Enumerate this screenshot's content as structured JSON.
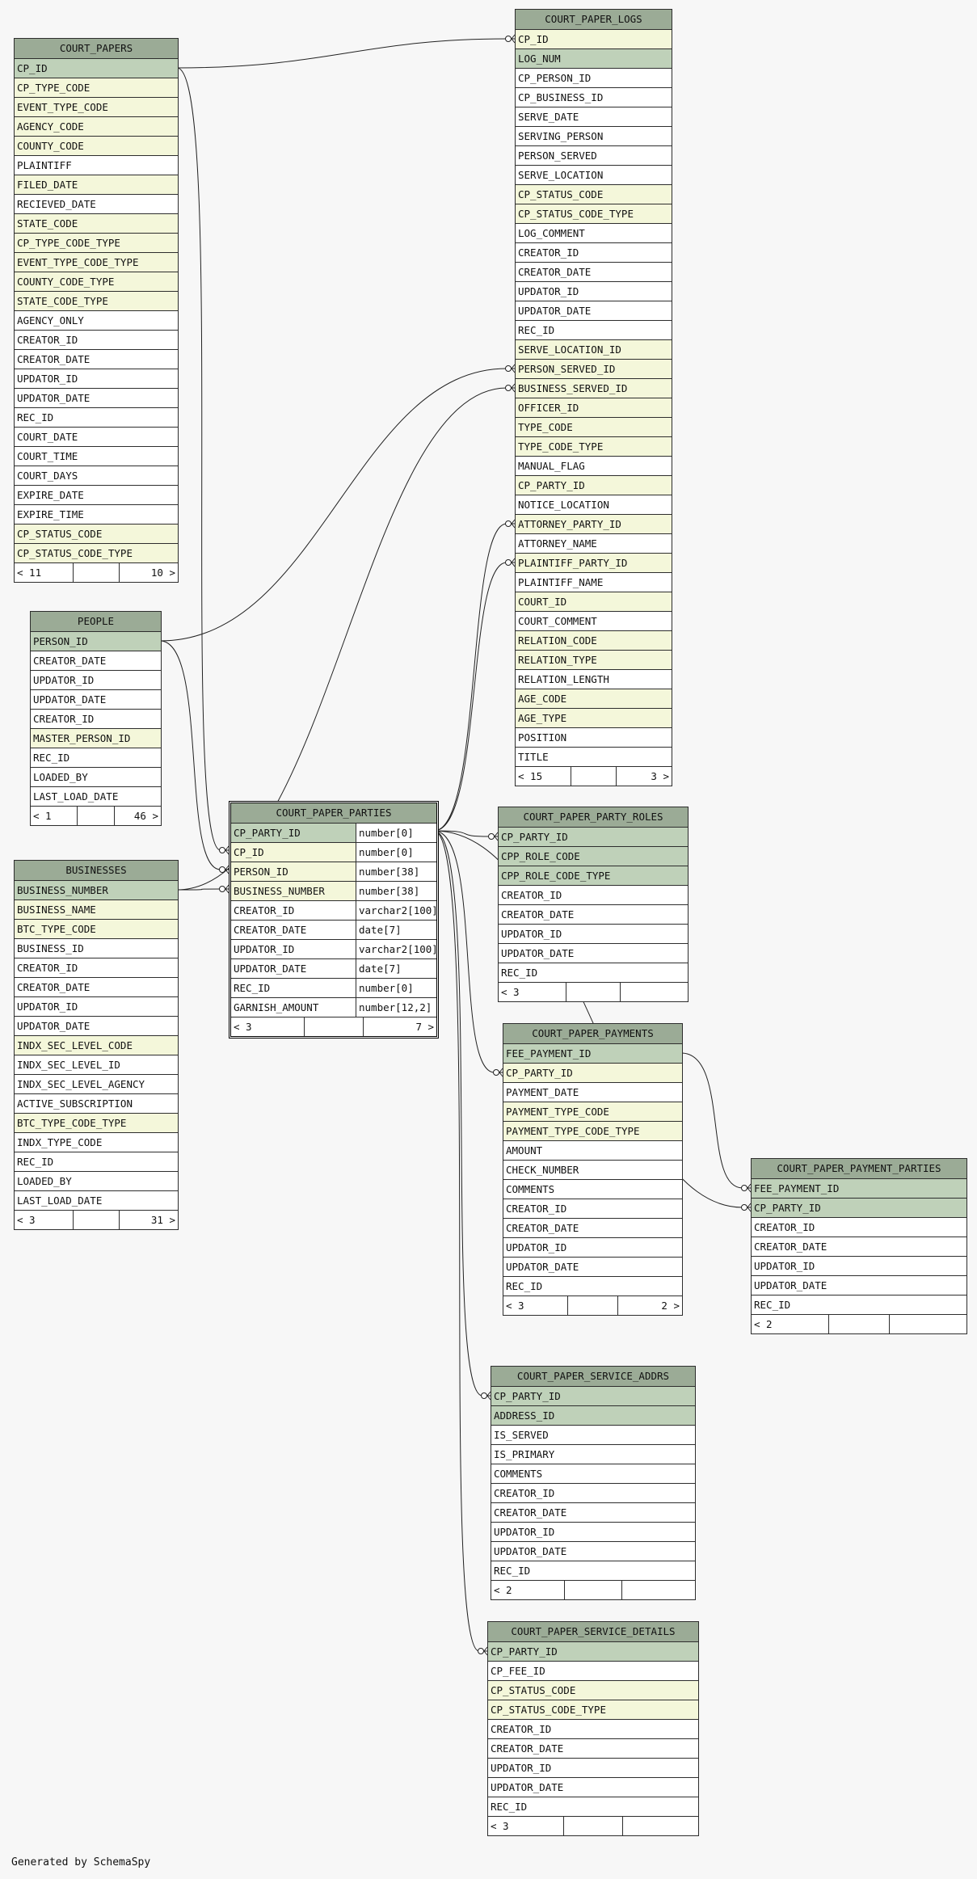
{
  "tables": [
    {
      "id": "court_papers",
      "name": "COURT_PAPERS",
      "cols": [
        {
          "n": "CP_ID",
          "k": "pk"
        },
        {
          "n": "CP_TYPE_CODE",
          "k": "fk"
        },
        {
          "n": "EVENT_TYPE_CODE",
          "k": "fk"
        },
        {
          "n": "AGENCY_CODE",
          "k": "fk"
        },
        {
          "n": "COUNTY_CODE",
          "k": "fk"
        },
        {
          "n": "PLAINTIFF",
          "k": "plain"
        },
        {
          "n": "FILED_DATE",
          "k": "fk"
        },
        {
          "n": "RECIEVED_DATE",
          "k": "plain"
        },
        {
          "n": "STATE_CODE",
          "k": "fk"
        },
        {
          "n": "CP_TYPE_CODE_TYPE",
          "k": "fk"
        },
        {
          "n": "EVENT_TYPE_CODE_TYPE",
          "k": "fk"
        },
        {
          "n": "COUNTY_CODE_TYPE",
          "k": "fk"
        },
        {
          "n": "STATE_CODE_TYPE",
          "k": "fk"
        },
        {
          "n": "AGENCY_ONLY",
          "k": "plain"
        },
        {
          "n": "CREATOR_ID",
          "k": "plain"
        },
        {
          "n": "CREATOR_DATE",
          "k": "plain"
        },
        {
          "n": "UPDATOR_ID",
          "k": "plain"
        },
        {
          "n": "UPDATOR_DATE",
          "k": "plain"
        },
        {
          "n": "REC_ID",
          "k": "plain"
        },
        {
          "n": "COURT_DATE",
          "k": "plain"
        },
        {
          "n": "COURT_TIME",
          "k": "plain"
        },
        {
          "n": "COURT_DAYS",
          "k": "plain"
        },
        {
          "n": "EXPIRE_DATE",
          "k": "plain"
        },
        {
          "n": "EXPIRE_TIME",
          "k": "plain"
        },
        {
          "n": "CP_STATUS_CODE",
          "k": "fk"
        },
        {
          "n": "CP_STATUS_CODE_TYPE",
          "k": "fk"
        }
      ],
      "footer": {
        "left": "< 11",
        "right": "10 >"
      }
    },
    {
      "id": "people",
      "name": "PEOPLE",
      "cols": [
        {
          "n": "PERSON_ID",
          "k": "pk"
        },
        {
          "n": "CREATOR_DATE",
          "k": "plain"
        },
        {
          "n": "UPDATOR_ID",
          "k": "plain"
        },
        {
          "n": "UPDATOR_DATE",
          "k": "plain"
        },
        {
          "n": "CREATOR_ID",
          "k": "plain"
        },
        {
          "n": "MASTER_PERSON_ID",
          "k": "fk"
        },
        {
          "n": "REC_ID",
          "k": "plain"
        },
        {
          "n": "LOADED_BY",
          "k": "plain"
        },
        {
          "n": "LAST_LOAD_DATE",
          "k": "plain"
        }
      ],
      "footer": {
        "left": "< 1",
        "right": "46 >"
      }
    },
    {
      "id": "businesses",
      "name": "BUSINESSES",
      "cols": [
        {
          "n": "BUSINESS_NUMBER",
          "k": "pk"
        },
        {
          "n": "BUSINESS_NAME",
          "k": "fk"
        },
        {
          "n": "BTC_TYPE_CODE",
          "k": "fk"
        },
        {
          "n": "BUSINESS_ID",
          "k": "plain"
        },
        {
          "n": "CREATOR_ID",
          "k": "plain"
        },
        {
          "n": "CREATOR_DATE",
          "k": "plain"
        },
        {
          "n": "UPDATOR_ID",
          "k": "plain"
        },
        {
          "n": "UPDATOR_DATE",
          "k": "plain"
        },
        {
          "n": "INDX_SEC_LEVEL_CODE",
          "k": "fk"
        },
        {
          "n": "INDX_SEC_LEVEL_ID",
          "k": "plain"
        },
        {
          "n": "INDX_SEC_LEVEL_AGENCY",
          "k": "plain"
        },
        {
          "n": "ACTIVE_SUBSCRIPTION",
          "k": "plain"
        },
        {
          "n": "BTC_TYPE_CODE_TYPE",
          "k": "fk"
        },
        {
          "n": "INDX_TYPE_CODE",
          "k": "plain"
        },
        {
          "n": "REC_ID",
          "k": "plain"
        },
        {
          "n": "LOADED_BY",
          "k": "plain"
        },
        {
          "n": "LAST_LOAD_DATE",
          "k": "plain"
        }
      ],
      "footer": {
        "left": "< 3",
        "right": "31 >"
      }
    },
    {
      "id": "court_paper_parties",
      "name": "COURT_PAPER_PARTIES",
      "focus": true,
      "cols": [
        {
          "n": "CP_PARTY_ID",
          "k": "pk",
          "t": "number[0]"
        },
        {
          "n": "CP_ID",
          "k": "fk",
          "t": "number[0]"
        },
        {
          "n": "PERSON_ID",
          "k": "fk",
          "t": "number[38]"
        },
        {
          "n": "BUSINESS_NUMBER",
          "k": "fk",
          "t": "number[38]"
        },
        {
          "n": "CREATOR_ID",
          "k": "plain",
          "t": "varchar2[100]"
        },
        {
          "n": "CREATOR_DATE",
          "k": "plain",
          "t": "date[7]"
        },
        {
          "n": "UPDATOR_ID",
          "k": "plain",
          "t": "varchar2[100]"
        },
        {
          "n": "UPDATOR_DATE",
          "k": "plain",
          "t": "date[7]"
        },
        {
          "n": "REC_ID",
          "k": "plain",
          "t": "number[0]"
        },
        {
          "n": "GARNISH_AMOUNT",
          "k": "plain",
          "t": "number[12,2]"
        }
      ],
      "footer": {
        "left": "< 3",
        "right": "7 >"
      }
    },
    {
      "id": "court_paper_logs",
      "name": "COURT_PAPER_LOGS",
      "cols": [
        {
          "n": "CP_ID",
          "k": "fk"
        },
        {
          "n": "LOG_NUM",
          "k": "pk"
        },
        {
          "n": "CP_PERSON_ID",
          "k": "plain"
        },
        {
          "n": "CP_BUSINESS_ID",
          "k": "plain"
        },
        {
          "n": "SERVE_DATE",
          "k": "plain"
        },
        {
          "n": "SERVING_PERSON",
          "k": "plain"
        },
        {
          "n": "PERSON_SERVED",
          "k": "plain"
        },
        {
          "n": "SERVE_LOCATION",
          "k": "plain"
        },
        {
          "n": "CP_STATUS_CODE",
          "k": "fk"
        },
        {
          "n": "CP_STATUS_CODE_TYPE",
          "k": "fk"
        },
        {
          "n": "LOG_COMMENT",
          "k": "plain"
        },
        {
          "n": "CREATOR_ID",
          "k": "plain"
        },
        {
          "n": "CREATOR_DATE",
          "k": "plain"
        },
        {
          "n": "UPDATOR_ID",
          "k": "plain"
        },
        {
          "n": "UPDATOR_DATE",
          "k": "plain"
        },
        {
          "n": "REC_ID",
          "k": "plain"
        },
        {
          "n": "SERVE_LOCATION_ID",
          "k": "fk"
        },
        {
          "n": "PERSON_SERVED_ID",
          "k": "fk"
        },
        {
          "n": "BUSINESS_SERVED_ID",
          "k": "fk"
        },
        {
          "n": "OFFICER_ID",
          "k": "fk"
        },
        {
          "n": "TYPE_CODE",
          "k": "fk"
        },
        {
          "n": "TYPE_CODE_TYPE",
          "k": "fk"
        },
        {
          "n": "MANUAL_FLAG",
          "k": "plain"
        },
        {
          "n": "CP_PARTY_ID",
          "k": "fk"
        },
        {
          "n": "NOTICE_LOCATION",
          "k": "plain"
        },
        {
          "n": "ATTORNEY_PARTY_ID",
          "k": "fk"
        },
        {
          "n": "ATTORNEY_NAME",
          "k": "plain"
        },
        {
          "n": "PLAINTIFF_PARTY_ID",
          "k": "fk"
        },
        {
          "n": "PLAINTIFF_NAME",
          "k": "plain"
        },
        {
          "n": "COURT_ID",
          "k": "fk"
        },
        {
          "n": "COURT_COMMENT",
          "k": "plain"
        },
        {
          "n": "RELATION_CODE",
          "k": "fk"
        },
        {
          "n": "RELATION_TYPE",
          "k": "fk"
        },
        {
          "n": "RELATION_LENGTH",
          "k": "plain"
        },
        {
          "n": "AGE_CODE",
          "k": "fk"
        },
        {
          "n": "AGE_TYPE",
          "k": "fk"
        },
        {
          "n": "POSITION",
          "k": "plain"
        },
        {
          "n": "TITLE",
          "k": "plain"
        }
      ],
      "footer": {
        "left": "< 15",
        "right": "3 >"
      }
    },
    {
      "id": "court_paper_party_roles",
      "name": "COURT_PAPER_PARTY_ROLES",
      "cols": [
        {
          "n": "CP_PARTY_ID",
          "k": "pk"
        },
        {
          "n": "CPP_ROLE_CODE",
          "k": "pk"
        },
        {
          "n": "CPP_ROLE_CODE_TYPE",
          "k": "pk"
        },
        {
          "n": "CREATOR_ID",
          "k": "plain"
        },
        {
          "n": "CREATOR_DATE",
          "k": "plain"
        },
        {
          "n": "UPDATOR_ID",
          "k": "plain"
        },
        {
          "n": "UPDATOR_DATE",
          "k": "plain"
        },
        {
          "n": "REC_ID",
          "k": "plain"
        }
      ],
      "footer": {
        "left": "< 3",
        "right": ""
      }
    },
    {
      "id": "court_paper_payments",
      "name": "COURT_PAPER_PAYMENTS",
      "cols": [
        {
          "n": "FEE_PAYMENT_ID",
          "k": "pk"
        },
        {
          "n": "CP_PARTY_ID",
          "k": "fk"
        },
        {
          "n": "PAYMENT_DATE",
          "k": "plain"
        },
        {
          "n": "PAYMENT_TYPE_CODE",
          "k": "fk"
        },
        {
          "n": "PAYMENT_TYPE_CODE_TYPE",
          "k": "fk"
        },
        {
          "n": "AMOUNT",
          "k": "plain"
        },
        {
          "n": "CHECK_NUMBER",
          "k": "plain"
        },
        {
          "n": "COMMENTS",
          "k": "plain"
        },
        {
          "n": "CREATOR_ID",
          "k": "plain"
        },
        {
          "n": "CREATOR_DATE",
          "k": "plain"
        },
        {
          "n": "UPDATOR_ID",
          "k": "plain"
        },
        {
          "n": "UPDATOR_DATE",
          "k": "plain"
        },
        {
          "n": "REC_ID",
          "k": "plain"
        }
      ],
      "footer": {
        "left": "< 3",
        "right": "2 >"
      }
    },
    {
      "id": "court_paper_payment_parties",
      "name": "COURT_PAPER_PAYMENT_PARTIES",
      "cols": [
        {
          "n": "FEE_PAYMENT_ID",
          "k": "pk"
        },
        {
          "n": "CP_PARTY_ID",
          "k": "pk"
        },
        {
          "n": "CREATOR_ID",
          "k": "plain"
        },
        {
          "n": "CREATOR_DATE",
          "k": "plain"
        },
        {
          "n": "UPDATOR_ID",
          "k": "plain"
        },
        {
          "n": "UPDATOR_DATE",
          "k": "plain"
        },
        {
          "n": "REC_ID",
          "k": "plain"
        }
      ],
      "footer": {
        "left": "< 2",
        "right": ""
      }
    },
    {
      "id": "court_paper_service_addrs",
      "name": "COURT_PAPER_SERVICE_ADDRS",
      "cols": [
        {
          "n": "CP_PARTY_ID",
          "k": "pk"
        },
        {
          "n": "ADDRESS_ID",
          "k": "pk"
        },
        {
          "n": "IS_SERVED",
          "k": "plain"
        },
        {
          "n": "IS_PRIMARY",
          "k": "plain"
        },
        {
          "n": "COMMENTS",
          "k": "plain"
        },
        {
          "n": "CREATOR_ID",
          "k": "plain"
        },
        {
          "n": "CREATOR_DATE",
          "k": "plain"
        },
        {
          "n": "UPDATOR_ID",
          "k": "plain"
        },
        {
          "n": "UPDATOR_DATE",
          "k": "plain"
        },
        {
          "n": "REC_ID",
          "k": "plain"
        }
      ],
      "footer": {
        "left": "< 2",
        "right": ""
      }
    },
    {
      "id": "court_paper_service_details",
      "name": "COURT_PAPER_SERVICE_DETAILS",
      "cols": [
        {
          "n": "CP_PARTY_ID",
          "k": "pk"
        },
        {
          "n": "CP_FEE_ID",
          "k": "plain"
        },
        {
          "n": "CP_STATUS_CODE",
          "k": "fk"
        },
        {
          "n": "CP_STATUS_CODE_TYPE",
          "k": "fk"
        },
        {
          "n": "CREATOR_ID",
          "k": "plain"
        },
        {
          "n": "CREATOR_DATE",
          "k": "plain"
        },
        {
          "n": "UPDATOR_ID",
          "k": "plain"
        },
        {
          "n": "UPDATOR_DATE",
          "k": "plain"
        },
        {
          "n": "REC_ID",
          "k": "plain"
        }
      ],
      "footer": {
        "left": "< 3",
        "right": ""
      }
    }
  ],
  "relationships": [
    {
      "from": "court_papers.CP_ID",
      "to": "court_paper_logs.CP_ID"
    },
    {
      "from": "court_papers.CP_ID",
      "to": "court_paper_parties.CP_ID"
    },
    {
      "from": "people.PERSON_ID",
      "to": "court_paper_logs.PERSON_SERVED_ID"
    },
    {
      "from": "people.PERSON_ID",
      "to": "court_paper_parties.PERSON_ID"
    },
    {
      "from": "businesses.BUSINESS_NUMBER",
      "to": "court_paper_logs.BUSINESS_SERVED_ID"
    },
    {
      "from": "businesses.BUSINESS_NUMBER",
      "to": "court_paper_parties.BUSINESS_NUMBER"
    },
    {
      "from": "court_paper_parties.CP_PARTY_ID",
      "to": "court_paper_logs.ATTORNEY_PARTY_ID"
    },
    {
      "from": "court_paper_parties.CP_PARTY_ID",
      "to": "court_paper_logs.PLAINTIFF_PARTY_ID"
    },
    {
      "from": "court_paper_parties.CP_PARTY_ID",
      "to": "court_paper_party_roles.CP_PARTY_ID"
    },
    {
      "from": "court_paper_parties.CP_PARTY_ID",
      "to": "court_paper_payments.CP_PARTY_ID"
    },
    {
      "from": "court_paper_parties.CP_PARTY_ID",
      "to": "court_paper_payment_parties.CP_PARTY_ID"
    },
    {
      "from": "court_paper_payments.FEE_PAYMENT_ID",
      "to": "court_paper_payment_parties.FEE_PAYMENT_ID"
    },
    {
      "from": "court_paper_parties.CP_PARTY_ID",
      "to": "court_paper_service_addrs.CP_PARTY_ID"
    },
    {
      "from": "court_paper_parties.CP_PARTY_ID",
      "to": "court_paper_service_details.CP_PARTY_ID"
    }
  ],
  "generated_by": "Generated by SchemaSpy"
}
